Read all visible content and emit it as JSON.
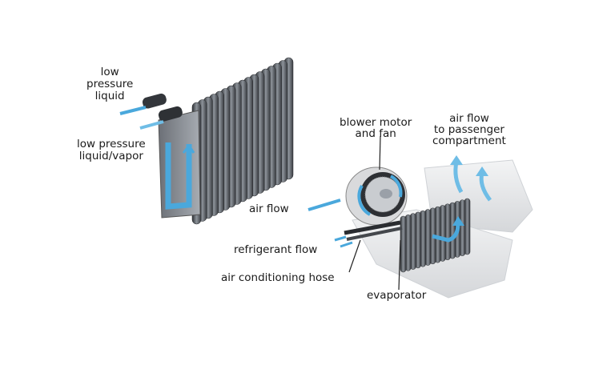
{
  "labels": {
    "low_pressure_liquid": [
      "low",
      "pressure",
      "liquid"
    ],
    "low_pressure_liquid_vapor": [
      "low pressure",
      "liquid/vapor"
    ],
    "air_flow_in": "air flow",
    "blower_motor_and_fan": [
      "blower motor",
      "and fan"
    ],
    "air_flow_to_passenger": [
      "air flow",
      "to passenger",
      "compartment"
    ],
    "refrigerant_flow": "refrigerant flow",
    "air_conditioning_hose": "air conditioning hose",
    "evaporator": "evaporator"
  },
  "colors": {
    "flow_arrow": "#4aa8dc",
    "metal_dark": "#3a3d42",
    "metal_light": "#9aa0a8",
    "housing": "#e6e7e9"
  }
}
